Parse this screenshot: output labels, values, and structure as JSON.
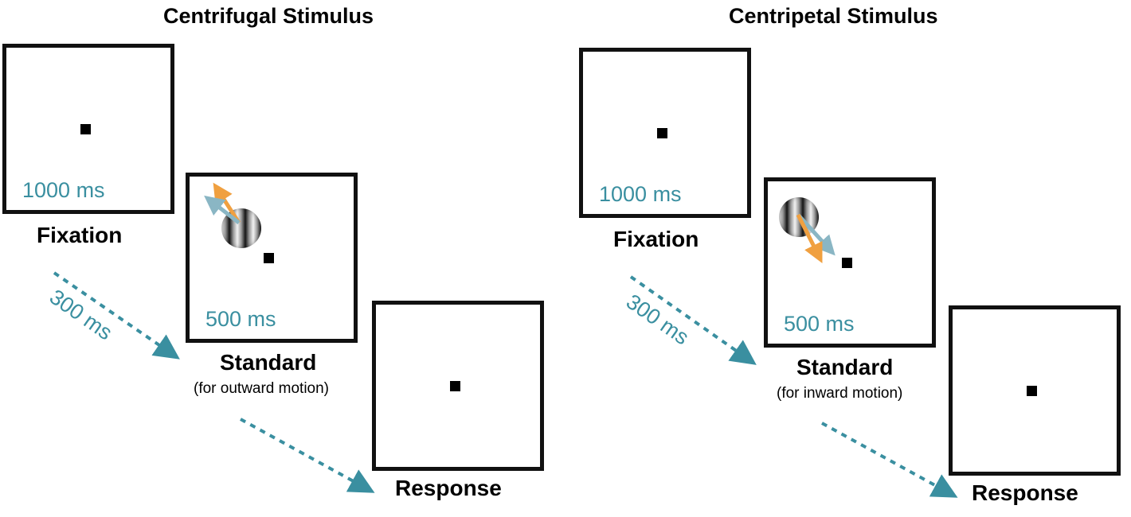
{
  "diagram": {
    "colors": {
      "duration_text": "#3a8fa0",
      "dashed_arrow": "#3a8fa0",
      "motion_arrow_orange": "#f0a040",
      "motion_arrow_blue": "#8ab6c4",
      "frame_border": "#111111"
    },
    "panels": [
      {
        "title": "Centrifugal Stimulus",
        "fixation": {
          "duration": "1000 ms",
          "label": "Fixation"
        },
        "isi": "300 ms",
        "standard": {
          "duration": "500 ms",
          "label": "Standard",
          "sublabel": "(for outward motion)"
        },
        "response": {
          "label": "Response"
        }
      },
      {
        "title": "Centripetal Stimulus",
        "fixation": {
          "duration": "1000 ms",
          "label": "Fixation"
        },
        "isi": "300 ms",
        "standard": {
          "duration": "500 ms",
          "label": "Standard",
          "sublabel": "(for inward motion)"
        },
        "response": {
          "label": "Response"
        }
      }
    ]
  }
}
